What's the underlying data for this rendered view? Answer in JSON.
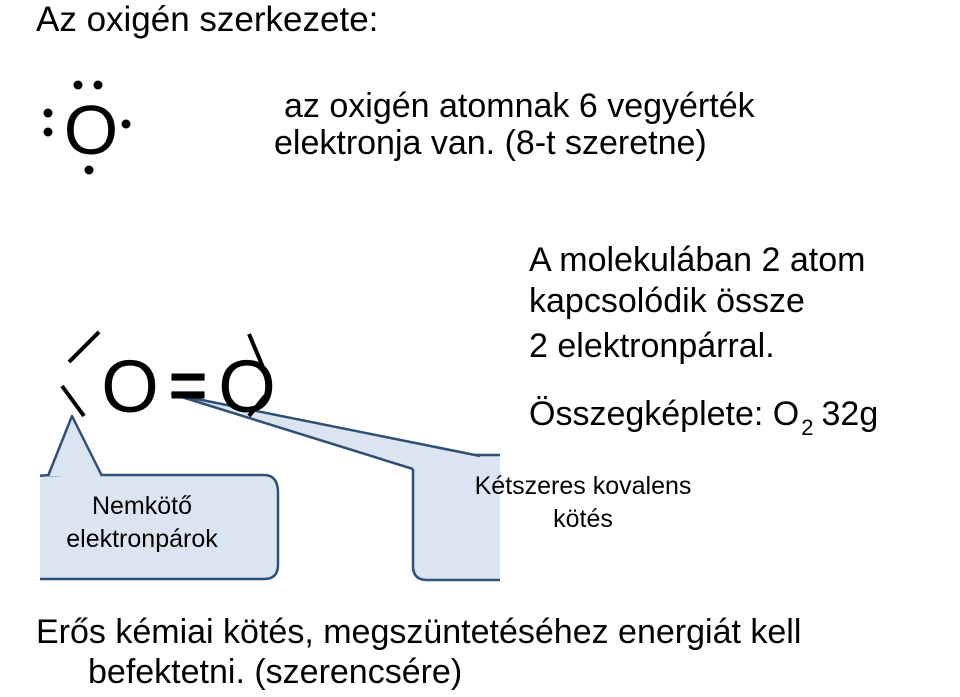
{
  "page": {
    "title": "Az oxigén szerkezete:",
    "intro_lines": [
      "az oxigén atomnak 6 vegyérték",
      "elektronja van. (8-t szeretne)"
    ],
    "molecule_lines": [
      "A molekulában 2 atom",
      "kapcsolódik össze",
      "2 elektronpárral."
    ],
    "formula": {
      "prefix": "Összegképlete: O",
      "subscript": "2",
      "mass": "32g"
    },
    "lewis": {
      "atom_symbol": "O",
      "molecule": [
        "O",
        "=",
        "O"
      ]
    },
    "callouts": {
      "nonbonding": [
        "Nemkötő",
        "elektronpárok"
      ],
      "double_bond": [
        "Kétszeres kovalens",
        "kötés"
      ]
    },
    "conclusion_lines": [
      "Erős kémiai kötés, megszüntetéséhez energiát kell",
      "befektetni. (szerencsére)"
    ],
    "colors": {
      "callout_fill": "#dbe5f1",
      "callout_stroke": "#2f4f74",
      "text": "#000000"
    }
  }
}
